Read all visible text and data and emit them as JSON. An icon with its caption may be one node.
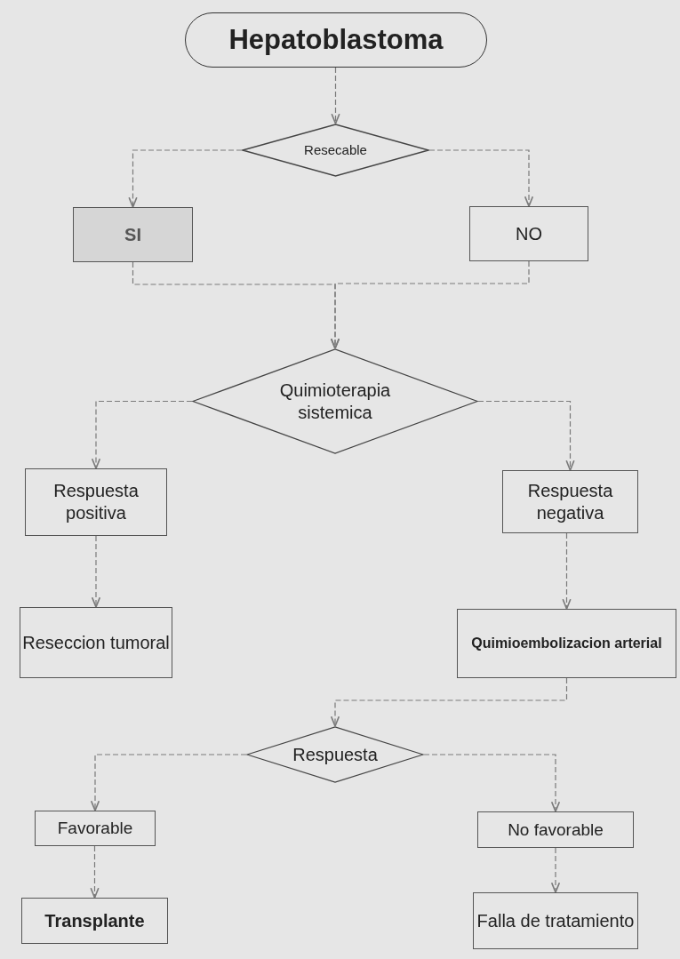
{
  "diagram": {
    "nodes": [
      {
        "text": [
          "Hepatoblastoma"
        ]
      },
      {
        "text": [
          "Resecable"
        ]
      },
      {
        "text": [
          "SI"
        ]
      },
      {
        "text": [
          "NO"
        ]
      },
      {
        "text": [
          "Quimioterapia sistemica"
        ]
      },
      {
        "text": [
          "Respuesta positiva"
        ]
      },
      {
        "text": [
          "Respuesta negativa"
        ]
      },
      {
        "text": [
          "Reseccion tumoral"
        ]
      },
      {
        "text": [
          "Quimioembolizacion arterial"
        ]
      },
      {
        "text": [
          "Respuesta"
        ]
      },
      {
        "text": [
          "Favorable"
        ]
      },
      {
        "text": [
          "No favorable"
        ]
      },
      {
        "text": [
          "Transplante"
        ]
      },
      {
        "text": [
          "Falla de tratamiento"
        ]
      }
    ],
    "edges": [
      {
        "from": 0,
        "to": 1,
        "arrow": "to",
        "style": "dashed"
      },
      {
        "from": 1,
        "to": 2,
        "arrow": "to",
        "style": "dashed"
      },
      {
        "from": 1,
        "to": 3,
        "arrow": "to",
        "style": "dashed"
      },
      {
        "from": 2,
        "to": 4,
        "arrow": "to",
        "style": "dashed"
      },
      {
        "from": 3,
        "to": 4,
        "arrow": "to",
        "style": "dashed"
      },
      {
        "from": 4,
        "to": 5,
        "arrow": "to",
        "style": "dashed"
      },
      {
        "from": 4,
        "to": 6,
        "arrow": "to",
        "style": "dashed"
      },
      {
        "from": 5,
        "to": 7,
        "arrow": "to",
        "style": "dashed"
      },
      {
        "from": 6,
        "to": 8,
        "arrow": "to",
        "style": "dashed"
      },
      {
        "from": 8,
        "to": 9,
        "arrow": "to",
        "style": "dashed"
      },
      {
        "from": 9,
        "to": 10,
        "arrow": "to",
        "style": "dashed"
      },
      {
        "from": 9,
        "to": 11,
        "arrow": "to",
        "style": "dashed"
      },
      {
        "from": 10,
        "to": 12,
        "arrow": "to",
        "style": "dashed"
      },
      {
        "from": 11,
        "to": 13,
        "arrow": "to",
        "style": "dashed"
      }
    ]
  }
}
